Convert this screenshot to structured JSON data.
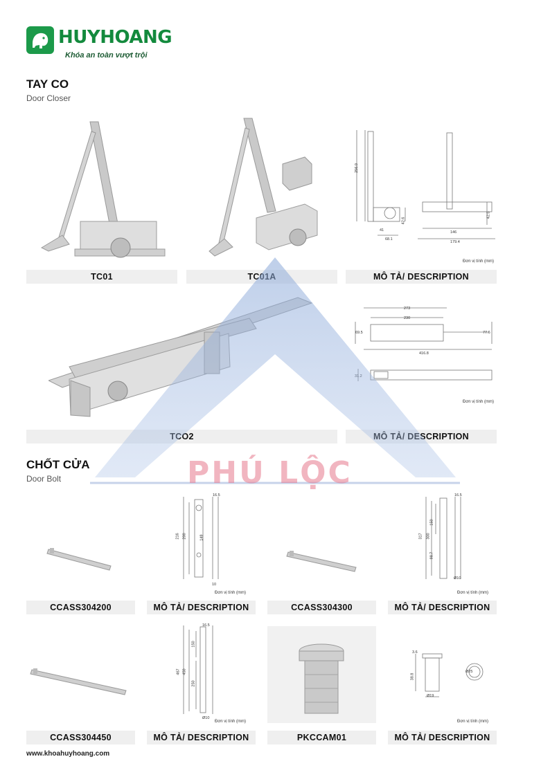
{
  "brand": {
    "name": "HUYHOANG",
    "slogan": "Khóa an toàn vượt trội"
  },
  "section1": {
    "title": "TAY CO",
    "subtitle": "Door Closer",
    "row1": {
      "p1": "TC01",
      "p2": "TC01A",
      "desc": "MÔ TẢ/ DESCRIPTION"
    },
    "row2": {
      "p1": "TCO2",
      "desc": "MÔ TẢ/ DESCRIPTION"
    }
  },
  "section2": {
    "title": "CHỐT CỬA",
    "subtitle": "Door Bolt",
    "row1": {
      "p1": "CCASS304200",
      "d1": "MÔ TẢ/ DESCRIPTION",
      "p2": "CCASS304300",
      "d2": "MÔ TẢ/ DESCRIPTION"
    },
    "row2": {
      "p1": "CCASS304450",
      "d1": "MÔ TẢ/ DESCRIPTION",
      "p2": "PKCCAM01",
      "d2": "MÔ TẢ/ DESCRIPTION"
    }
  },
  "unit_label": "Đơn vị tính (mm)",
  "dims": {
    "tc01_a": "256.0",
    "tc01_b": "41",
    "tc01_c": "68.1",
    "tc01_d": "42.6",
    "tc01_e": "146",
    "tc01_f": "179.4",
    "tc01_g": "42.5",
    "tc02_a": "273",
    "tc02_b": "230",
    "tc02_c": "69.5",
    "tc02_d": "77.6",
    "tc02_e": "416.8",
    "tc02_f": "31.2",
    "b200_a": "16.5",
    "b200_b": "216",
    "b200_c": "200",
    "b200_d": "149",
    "b200_e": "10",
    "b300_a": "16.5",
    "b300_b": "317",
    "b300_c": "300",
    "b300_d": "150",
    "b300_e": "98.7",
    "b300_f": "Ø10",
    "b450_a": "16.5",
    "b450_b": "467",
    "b450_c": "450",
    "b450_d": "150",
    "b450_e": "250",
    "b450_f": "Ø10",
    "cam_a": "3.6",
    "cam_b": "38.8",
    "cam_c": "Ø19",
    "cam_d": "Ø25"
  },
  "watermark": "PHÚ LỘC",
  "footer": "www.khoahuyhoang.com"
}
